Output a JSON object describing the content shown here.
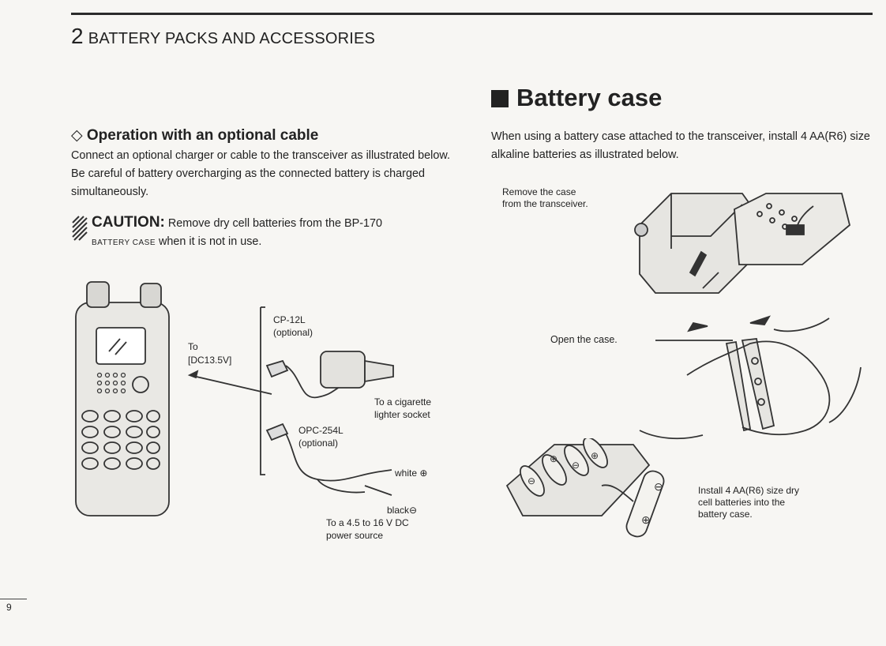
{
  "header": {
    "chapter_number": "2",
    "chapter_title": "BATTERY PACKS AND ACCESSORIES"
  },
  "left_section": {
    "heading": "Operation with an optional cable",
    "body": "Connect an optional charger or cable to the transceiver as illustrated below. Be careful of battery overcharging as the connected battery is charged simultaneously.",
    "caution_label": "CAUTION:",
    "caution_text_1": "Remove dry cell batteries from the BP-170",
    "caution_smallcaps": "BATTERY CASE",
    "caution_text_2": "when it is not in use.",
    "diagram": {
      "to_label": "To",
      "jack_label": "[DC13.5V]",
      "cp_label": "CP-12L",
      "cp_optional": "(optional)",
      "cig_label_1": "To a cigarette",
      "cig_label_2": "lighter socket",
      "opc_label": "OPC-254L",
      "opc_optional": "(optional)",
      "white_label": "white ⊕",
      "black_label": "black⊖",
      "dc_label_1": "To a 4.5 to 16 V DC",
      "dc_label_2": "power source"
    }
  },
  "right_section": {
    "heading": "Battery case",
    "intro": "When using a battery case attached to the transceiver, install 4 AA(R6) size alkaline batteries as illustrated below.",
    "step1_line1": "Remove  the case",
    "step1_line2": "from the transceiver.",
    "step2": "Open the case.",
    "step3_line1": "Install 4 AA(R6) size dry",
    "step3_line2": "cell batteries into the",
    "step3_line3": "battery case."
  },
  "footer": {
    "page_number": "9"
  }
}
